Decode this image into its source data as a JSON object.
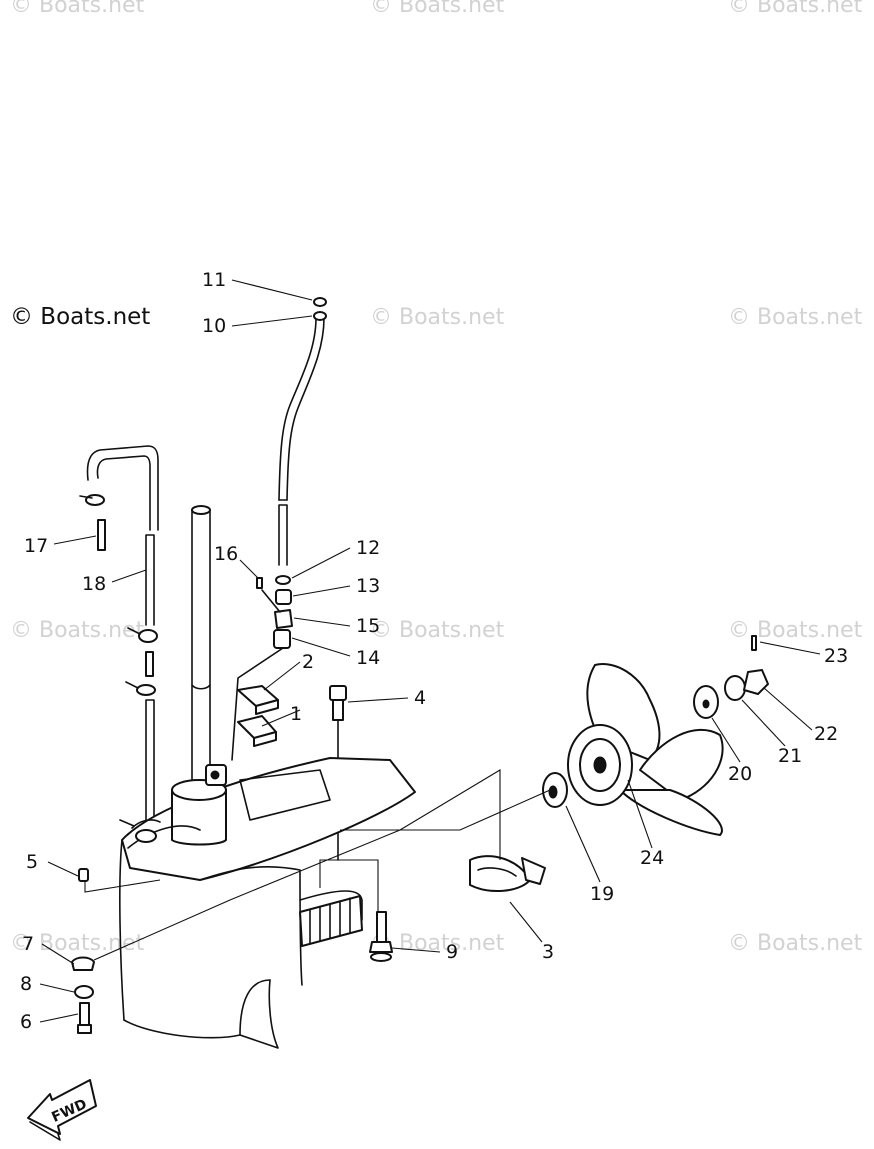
{
  "watermark": {
    "text": "© Boats.net"
  },
  "callouts": {
    "c1": "1",
    "c2": "2",
    "c3": "3",
    "c4": "4",
    "c5": "5",
    "c6": "6",
    "c7": "7",
    "c8": "8",
    "c9": "9",
    "c10": "10",
    "c11": "11",
    "c12": "12",
    "c13": "13",
    "c14": "14",
    "c15": "15",
    "c16": "16",
    "c17": "17",
    "c18": "18",
    "c19": "19",
    "c20": "20",
    "c21": "21",
    "c22": "22",
    "c23": "23",
    "c24": "24"
  },
  "badge": {
    "fwd": "FWD"
  }
}
